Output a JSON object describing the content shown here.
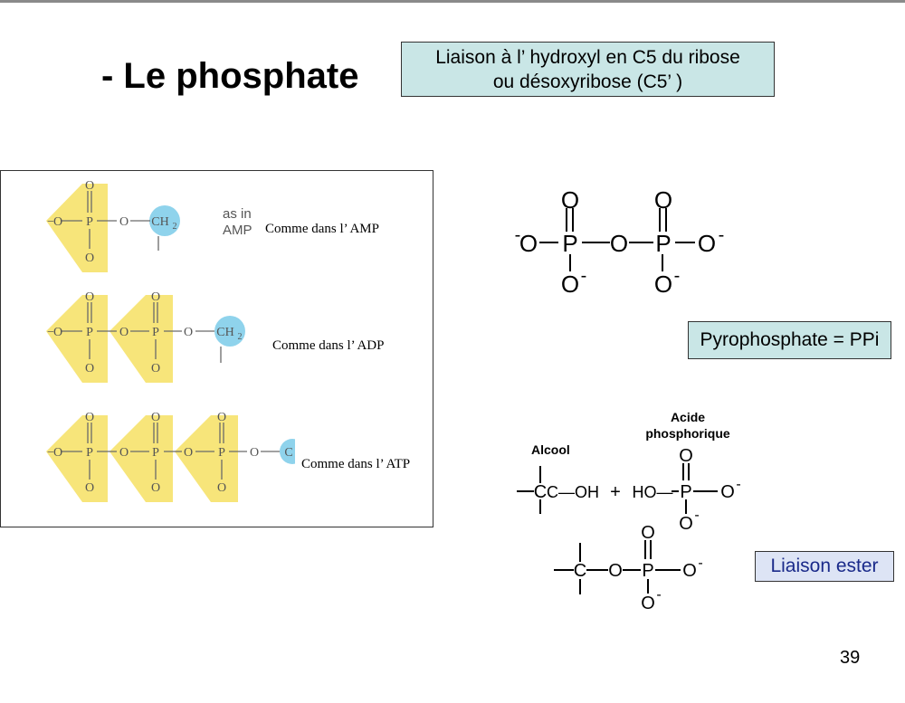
{
  "slide": {
    "title": "- Le phosphate",
    "callout_line1": "Liaison à l’ hydroxyl en C5 du ribose",
    "callout_line2": "ou désoxyribose (C5’ )",
    "page_number": "39"
  },
  "figure": {
    "amp_en_label_1": "as in",
    "amp_en_label_2": "AMP",
    "amp_label": "Comme dans l’ AMP",
    "adp_label": "Comme dans l’ ADP",
    "atp_label": "Comme dans l’ ATP",
    "atom_O": "O",
    "atom_P": "P",
    "atom_CH2": "CH",
    "sub_2": "2",
    "atom_C": "C",
    "neg": "−"
  },
  "pyrophosphate": {
    "label": "Pyrophosphate = PPi",
    "atom_O": "O",
    "atom_P": "P",
    "charge": "-"
  },
  "ester": {
    "alcool_label": "Alcool",
    "acide_label_1": "Acide",
    "acide_label_2": "phosphorique",
    "c_oh": "C—OH",
    "plus": "+",
    "ho": "HO—",
    "atom_O": "O",
    "atom_P": "P",
    "atom_C": "C",
    "charge": "-",
    "label": "Liaison ester"
  },
  "colors": {
    "phosphate_highlight": "#f7e57a",
    "ribose_circle": "#8fd3ec",
    "callout_fill": "#c9e6e6",
    "ester_fill": "#dde4f5",
    "ester_text": "#1a2a8a"
  }
}
